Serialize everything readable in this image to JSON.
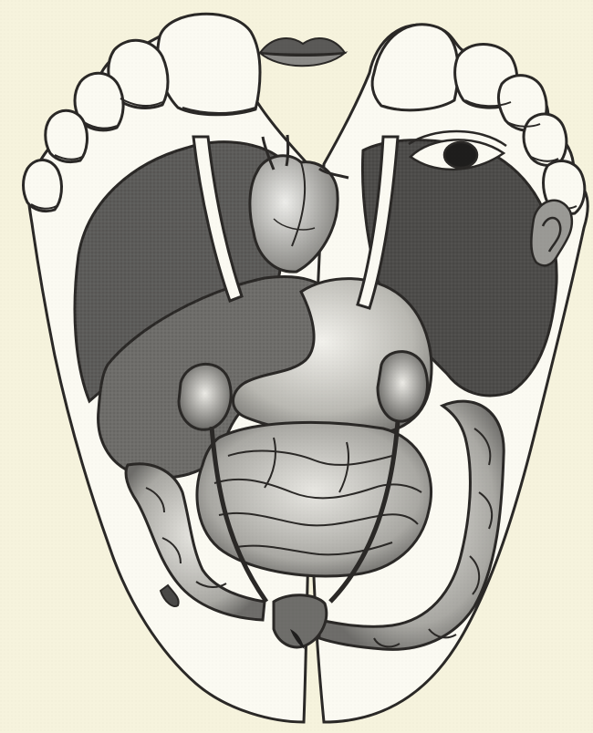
{
  "illustration": {
    "background": "#f6f3dd",
    "ink": "#2a2826",
    "organ_dark": "#555452",
    "organ_mid": "#7c7b78",
    "organ_light": "#c4c3bd",
    "skin": "#fbfaf2",
    "features": [
      "left-foot",
      "right-foot",
      "toes",
      "lips",
      "eye",
      "ear",
      "heart",
      "lungs",
      "liver",
      "stomach",
      "kidneys",
      "small-intestine",
      "large-intestine",
      "bladder"
    ]
  }
}
